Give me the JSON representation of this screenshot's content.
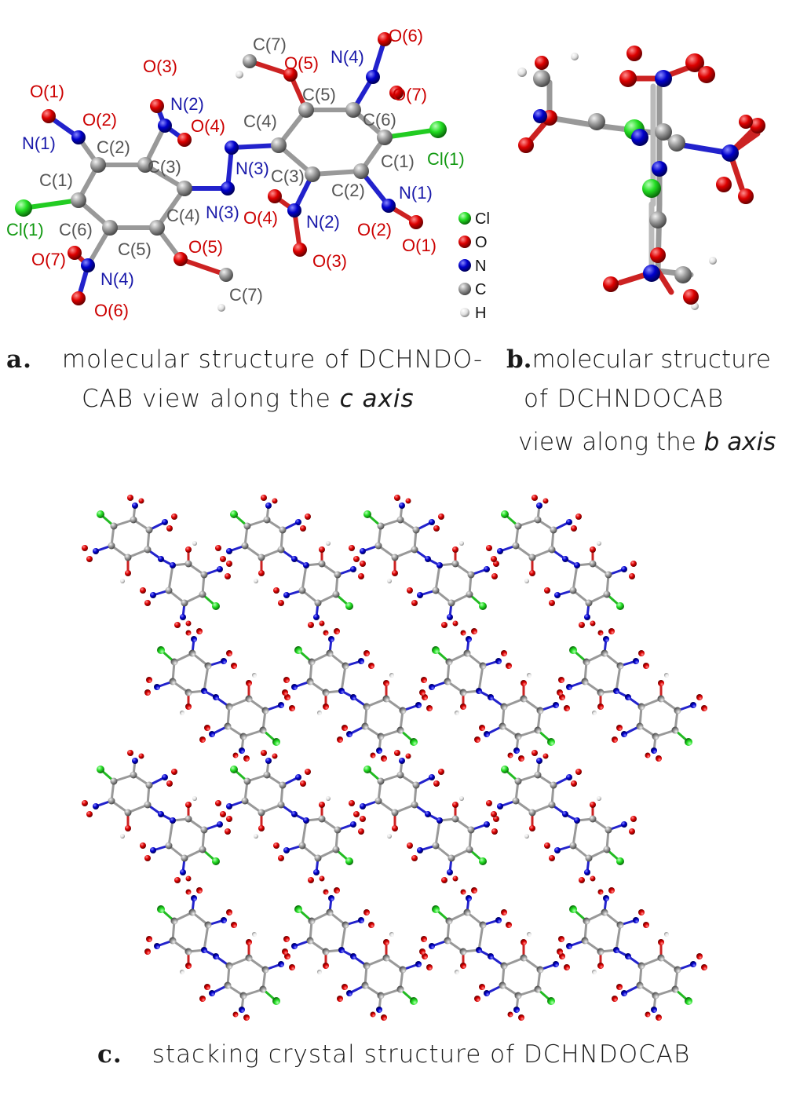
{
  "panel_a": {
    "letter": "a.",
    "caption_line1": "molecular structure of DCHNDO-",
    "caption_line2_pre": "CAB view along the ",
    "caption_axis": "c axis",
    "atom_labels": {
      "left_ring": [
        "O(1)",
        "O(2)",
        "O(3)",
        "N(2)",
        "O(4)",
        "N(1)",
        "C(2)",
        "C(3)",
        "C(1)",
        "N(3)",
        "Cl(1)",
        "C(6)",
        "C(4)",
        "O(7)",
        "C(5)",
        "O(5)",
        "N(4)",
        "O(6)",
        "C(7)"
      ],
      "right_ring": [
        "C(7)",
        "O(5)",
        "N(4)",
        "O(6)",
        "C(5)",
        "C(4)",
        "C(6)",
        "O(7)",
        "N(3)",
        "C(3)",
        "C(1)",
        "Cl(1)",
        "C(2)",
        "N(1)",
        "O(4)",
        "N(2)",
        "O(2)",
        "O(1)",
        "O(3)"
      ]
    },
    "legend": [
      {
        "label": "Cl",
        "color": "#22dd22"
      },
      {
        "label": "O",
        "color": "#dd0000"
      },
      {
        "label": "N",
        "color": "#0000cc"
      },
      {
        "label": "C",
        "color": "#8a8a8a"
      },
      {
        "label": "H",
        "color": "#e8e8e8"
      }
    ]
  },
  "panel_b": {
    "letter": "b.",
    "caption_line1": "molecular structure",
    "caption_line2": "of DCHNDOCAB",
    "caption_line3_pre": "view along the ",
    "caption_axis": "b axis"
  },
  "panel_c": {
    "letter": "c.",
    "caption": "stacking crystal structure of DCHNDOCAB"
  },
  "colors": {
    "cl": "#22dd22",
    "o": "#dd0000",
    "n": "#0000cc",
    "c": "#8a8a8a",
    "h": "#e8e8e8",
    "label_red": "#cc0000",
    "label_blue": "#1a1aaa",
    "label_gray": "#555555",
    "label_green": "#119911"
  }
}
